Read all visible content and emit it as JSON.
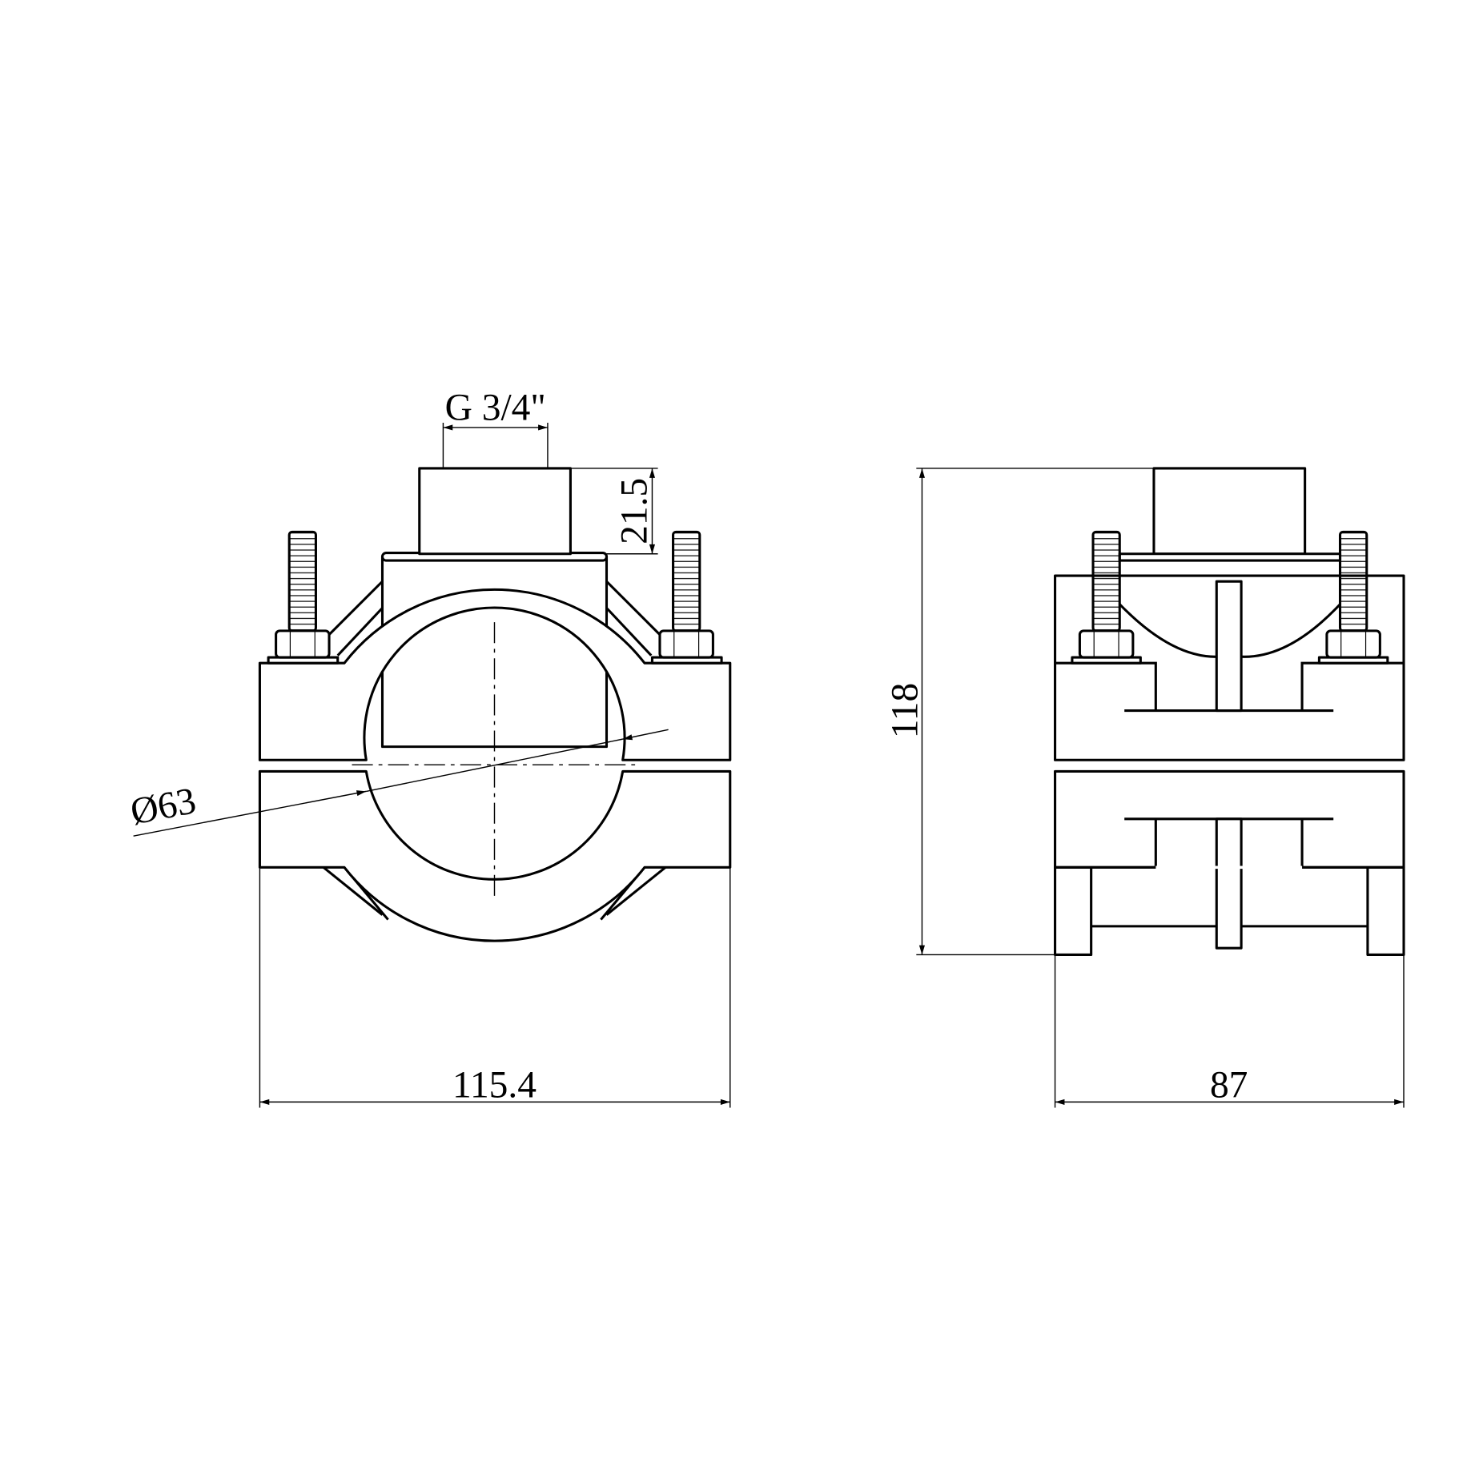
{
  "drawing": {
    "views": [
      "front-view",
      "side-view"
    ],
    "dimensions": {
      "thread": "G 3/4\"",
      "boss_height": "21.5",
      "pipe_diameter": "Ø63",
      "front_width": "115.4",
      "total_height": "118",
      "side_width": "87"
    },
    "colors": {
      "line": "#000000",
      "background": "#ffffff"
    }
  }
}
